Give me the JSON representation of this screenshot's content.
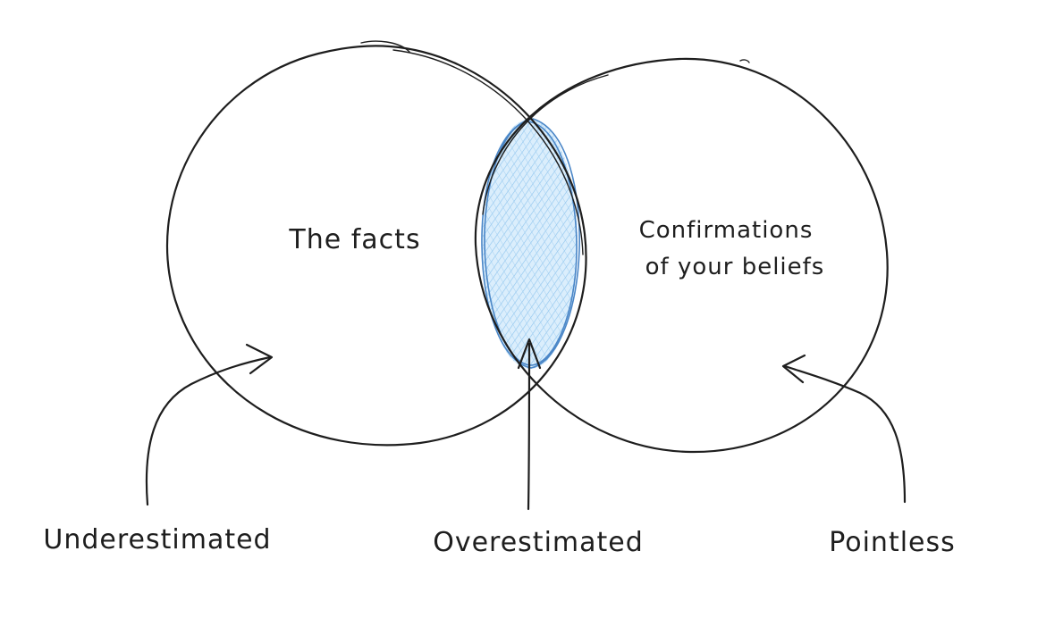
{
  "venn": {
    "left_set": "The facts",
    "right_set_line1": "Confirmations",
    "right_set_line2": "of your beliefs"
  },
  "callouts": {
    "left": "Underestimated",
    "center": "Overestimated",
    "right": "Pointless"
  },
  "colors": {
    "stroke": "#1e1e1e",
    "intersection_fill": "#a5d8ff",
    "intersection_stroke": "#4a86c7",
    "background": "#ffffff"
  }
}
